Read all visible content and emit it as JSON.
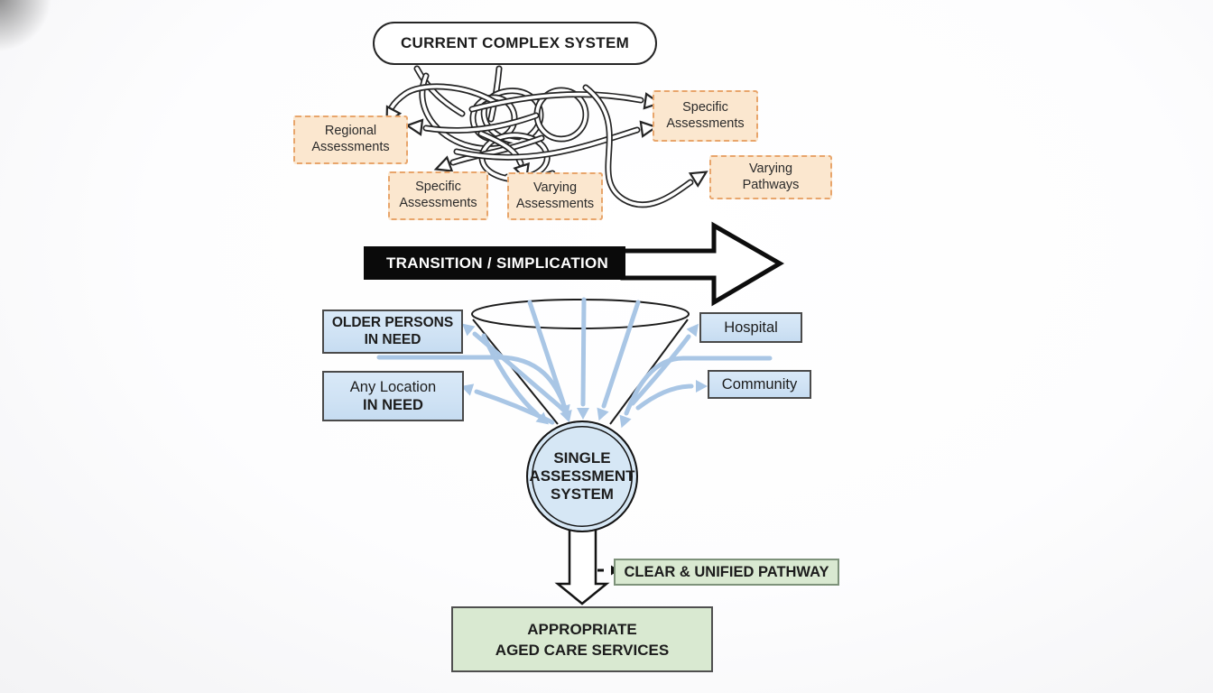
{
  "diagram": {
    "current_system": {
      "title": "CURRENT COMPLEX SYSTEM"
    },
    "complex_boxes": {
      "regional": {
        "line1": "Regional",
        "line2": "Assessments"
      },
      "specific_left": {
        "line1": "Specific",
        "line2": "Assessments"
      },
      "varying_assessments": {
        "line1": "Varying",
        "line2": "Assessments"
      },
      "specific_right": {
        "line1": "Specific",
        "line2": "Assessments"
      },
      "varying_pathways": {
        "line1": "Varying",
        "line2": "Pathways"
      }
    },
    "transition": {
      "label": "TRANSITION / SIMPLICATION"
    },
    "inputs": {
      "older_persons": {
        "line1": "OLDER PERSONS",
        "line2": "IN NEED"
      },
      "any_location": {
        "line1": "Any Location",
        "line2": "IN NEED"
      },
      "hospital": {
        "label": "Hospital"
      },
      "community": {
        "label": "Community"
      }
    },
    "single_system": {
      "line1": "SINGLE",
      "line2": "ASSESSMENT",
      "line3": "SYSTEM"
    },
    "outcomes": {
      "pathway": {
        "label": "CLEAR & UNIFIED PATHWAY"
      },
      "services": {
        "line1": "APPROPRIATE",
        "line2": "AGED CARE SERVICES"
      }
    },
    "colors": {
      "complex_box_fill": "#fbe7cf",
      "complex_box_border": "#e8a56b",
      "input_box_fill": "#cfe2f4",
      "input_box_border": "#4a4a4a",
      "outcome_fill": "#d9e9d1",
      "outcome_border": "#7d927a",
      "flow_arrow_blue": "#a9c6e5",
      "arrow_black": "#0d0d0d"
    }
  }
}
